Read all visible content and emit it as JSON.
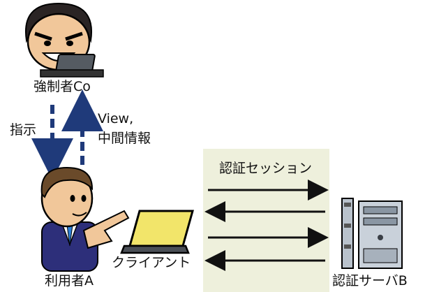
{
  "actors": {
    "coercer": {
      "label": "強制者Co"
    },
    "user": {
      "label": "利用者A",
      "device_label": "クライアント"
    },
    "server": {
      "label": "認証サーバB"
    }
  },
  "flows": {
    "instruction": {
      "label": "指示",
      "direction": "coercer-to-user"
    },
    "feedback": {
      "label_line1": "View,",
      "label_line2": "中間情報",
      "direction": "user-to-coercer"
    }
  },
  "session": {
    "label": "認証セッション",
    "arrows": [
      "to-server",
      "to-client",
      "to-server",
      "to-client"
    ]
  },
  "colors": {
    "dashed_arrow": "#1f3a7a",
    "session_band": "#eef0dc",
    "laptop_screen": "#f2e56a",
    "skin": "#f1c79a",
    "server_body": "#b9c2cc"
  }
}
